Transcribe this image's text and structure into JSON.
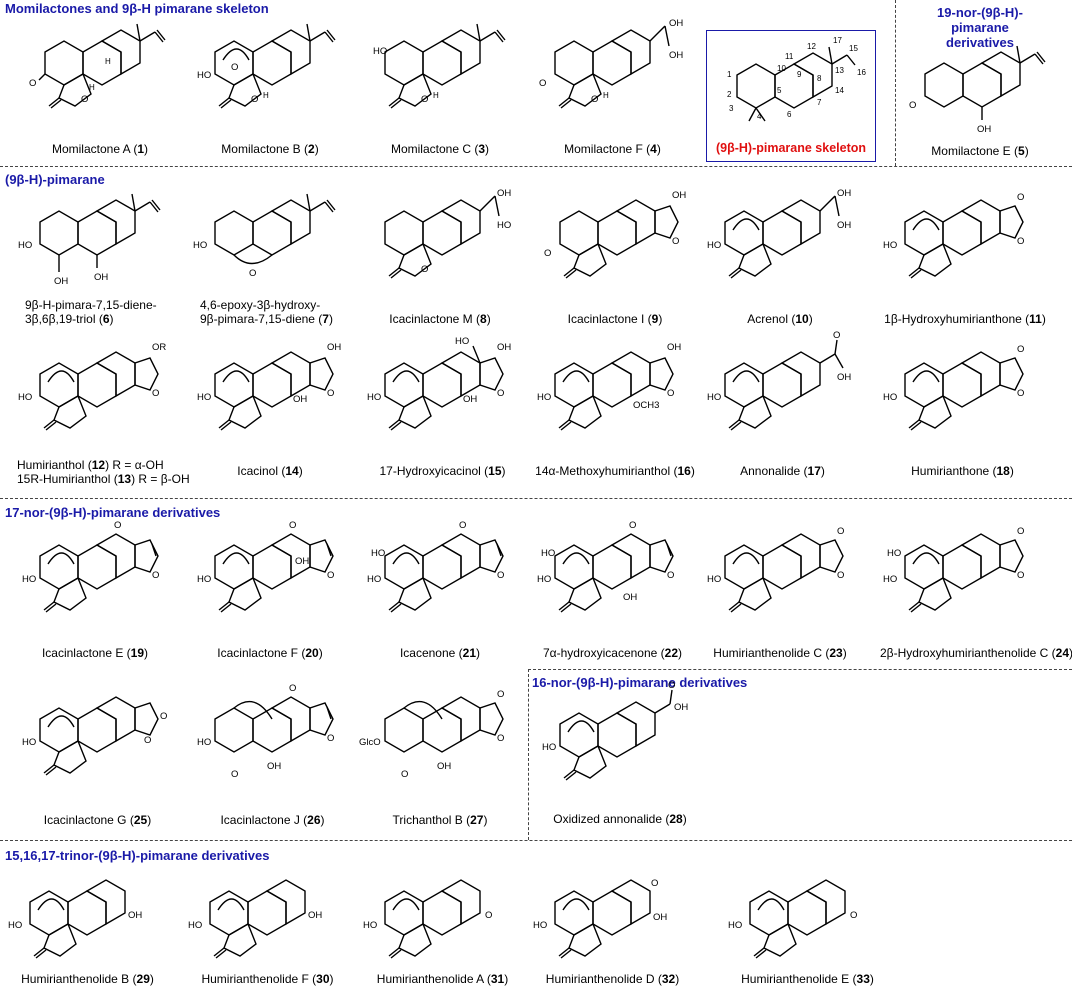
{
  "sections": {
    "s1": "Momilactones and 9β-H pimarane skeleton",
    "s1b_line1": "19-nor-(9β-H)-pimarane",
    "s1b_line2": "derivatives",
    "s2": "(9β-H)-pimarane",
    "s3": "17-nor-(9β-H)-pimarane derivatives",
    "s3b": "16-nor-(9β-H)-pimarane derivatives",
    "s4": "15,16,17-trinor-(9β-H)-pimarane derivatives"
  },
  "skeleton": {
    "title": "(9β-H)-pimarane skeleton",
    "numbers": [
      "1",
      "2",
      "3",
      "4",
      "5",
      "6",
      "7",
      "8",
      "9",
      "10",
      "11",
      "12",
      "13",
      "14",
      "15",
      "16",
      "17"
    ]
  },
  "compounds": [
    {
      "id": "c1",
      "name": "Momilactone A (",
      "num": "1",
      "tail": ")"
    },
    {
      "id": "c2",
      "name": "Momilactone B (",
      "num": "2",
      "tail": ")"
    },
    {
      "id": "c3",
      "name": "Momilactone C (",
      "num": "3",
      "tail": ")"
    },
    {
      "id": "c4",
      "name": "Momilactone F (",
      "num": "4",
      "tail": ")"
    },
    {
      "id": "c5",
      "name": "Momilactone E (",
      "num": "5",
      "tail": ")"
    },
    {
      "id": "c6",
      "name": "9β-H-pimara-7,15-diene-",
      "name2": "3β,6β,19-triol (",
      "num": "6",
      "tail": ")"
    },
    {
      "id": "c7",
      "name": "4,6-epoxy-3β-hydroxy-",
      "name2": "9β-pimara-7,15-diene (",
      "num": "7",
      "tail": ")"
    },
    {
      "id": "c8",
      "name": "Icacinlactone M (",
      "num": "8",
      "tail": ")"
    },
    {
      "id": "c9",
      "name": "Icacinlactone I (",
      "num": "9",
      "tail": ")"
    },
    {
      "id": "c10",
      "name": "Acrenol (",
      "num": "10",
      "tail": ")"
    },
    {
      "id": "c11",
      "name": "1β-Hydroxyhumirianthone (",
      "num": "11",
      "tail": ")"
    },
    {
      "id": "c12",
      "name": "Humirianthol (",
      "num": "12",
      "tail": ") R = α-OH",
      "name2": "15R-Humirianthol (",
      "num2": "13",
      "tail2": ") R = β-OH"
    },
    {
      "id": "c14",
      "name": "Icacinol (",
      "num": "14",
      "tail": ")"
    },
    {
      "id": "c15",
      "name": "17-Hydroxyicacinol (",
      "num": "15",
      "tail": ")"
    },
    {
      "id": "c16",
      "name": "14α-Methoxyhumirianthol (",
      "num": "16",
      "tail": ")"
    },
    {
      "id": "c17",
      "name": "Annonalide (",
      "num": "17",
      "tail": ")"
    },
    {
      "id": "c18",
      "name": "Humirianthone (",
      "num": "18",
      "tail": ")"
    },
    {
      "id": "c19",
      "name": "Icacinlactone E (",
      "num": "19",
      "tail": ")"
    },
    {
      "id": "c20",
      "name": "Icacinlactone F (",
      "num": "20",
      "tail": ")"
    },
    {
      "id": "c21",
      "name": "Icacenone (",
      "num": "21",
      "tail": ")"
    },
    {
      "id": "c22",
      "name": "7α-hydroxyicacenone (",
      "num": "22",
      "tail": ")"
    },
    {
      "id": "c23",
      "name": "Humirianthenolide C (",
      "num": "23",
      "tail": ")"
    },
    {
      "id": "c24",
      "name": "2β-Hydroxyhumirianthenolide C (",
      "num": "24",
      "tail": ")"
    },
    {
      "id": "c25",
      "name": "Icacinlactone G (",
      "num": "25",
      "tail": ")"
    },
    {
      "id": "c26",
      "name": "Icacinlactone J (",
      "num": "26",
      "tail": ")"
    },
    {
      "id": "c27",
      "name": "Trichanthol B (",
      "num": "27",
      "tail": ")"
    },
    {
      "id": "c28",
      "name": "Oxidized annonalide (",
      "num": "28",
      "tail": ")"
    },
    {
      "id": "c29",
      "name": "Humirianthenolide B (",
      "num": "29",
      "tail": ")"
    },
    {
      "id": "c30",
      "name": "Humirianthenolide F (",
      "num": "30",
      "tail": ")"
    },
    {
      "id": "c31",
      "name": "Humirianthenolide A (",
      "num": "31",
      "tail": ")"
    },
    {
      "id": "c32",
      "name": "Humirianthenolide D (",
      "num": "32",
      "tail": ")"
    },
    {
      "id": "c33",
      "name": "Humirianthenolide E (",
      "num": "33",
      "tail": ")"
    }
  ],
  "atoms": {
    "O": "O",
    "OH": "OH",
    "HO": "HO",
    "H": "H",
    "OR": "OR",
    "OCH3": "OCH3",
    "GlcO": "GlcO"
  }
}
